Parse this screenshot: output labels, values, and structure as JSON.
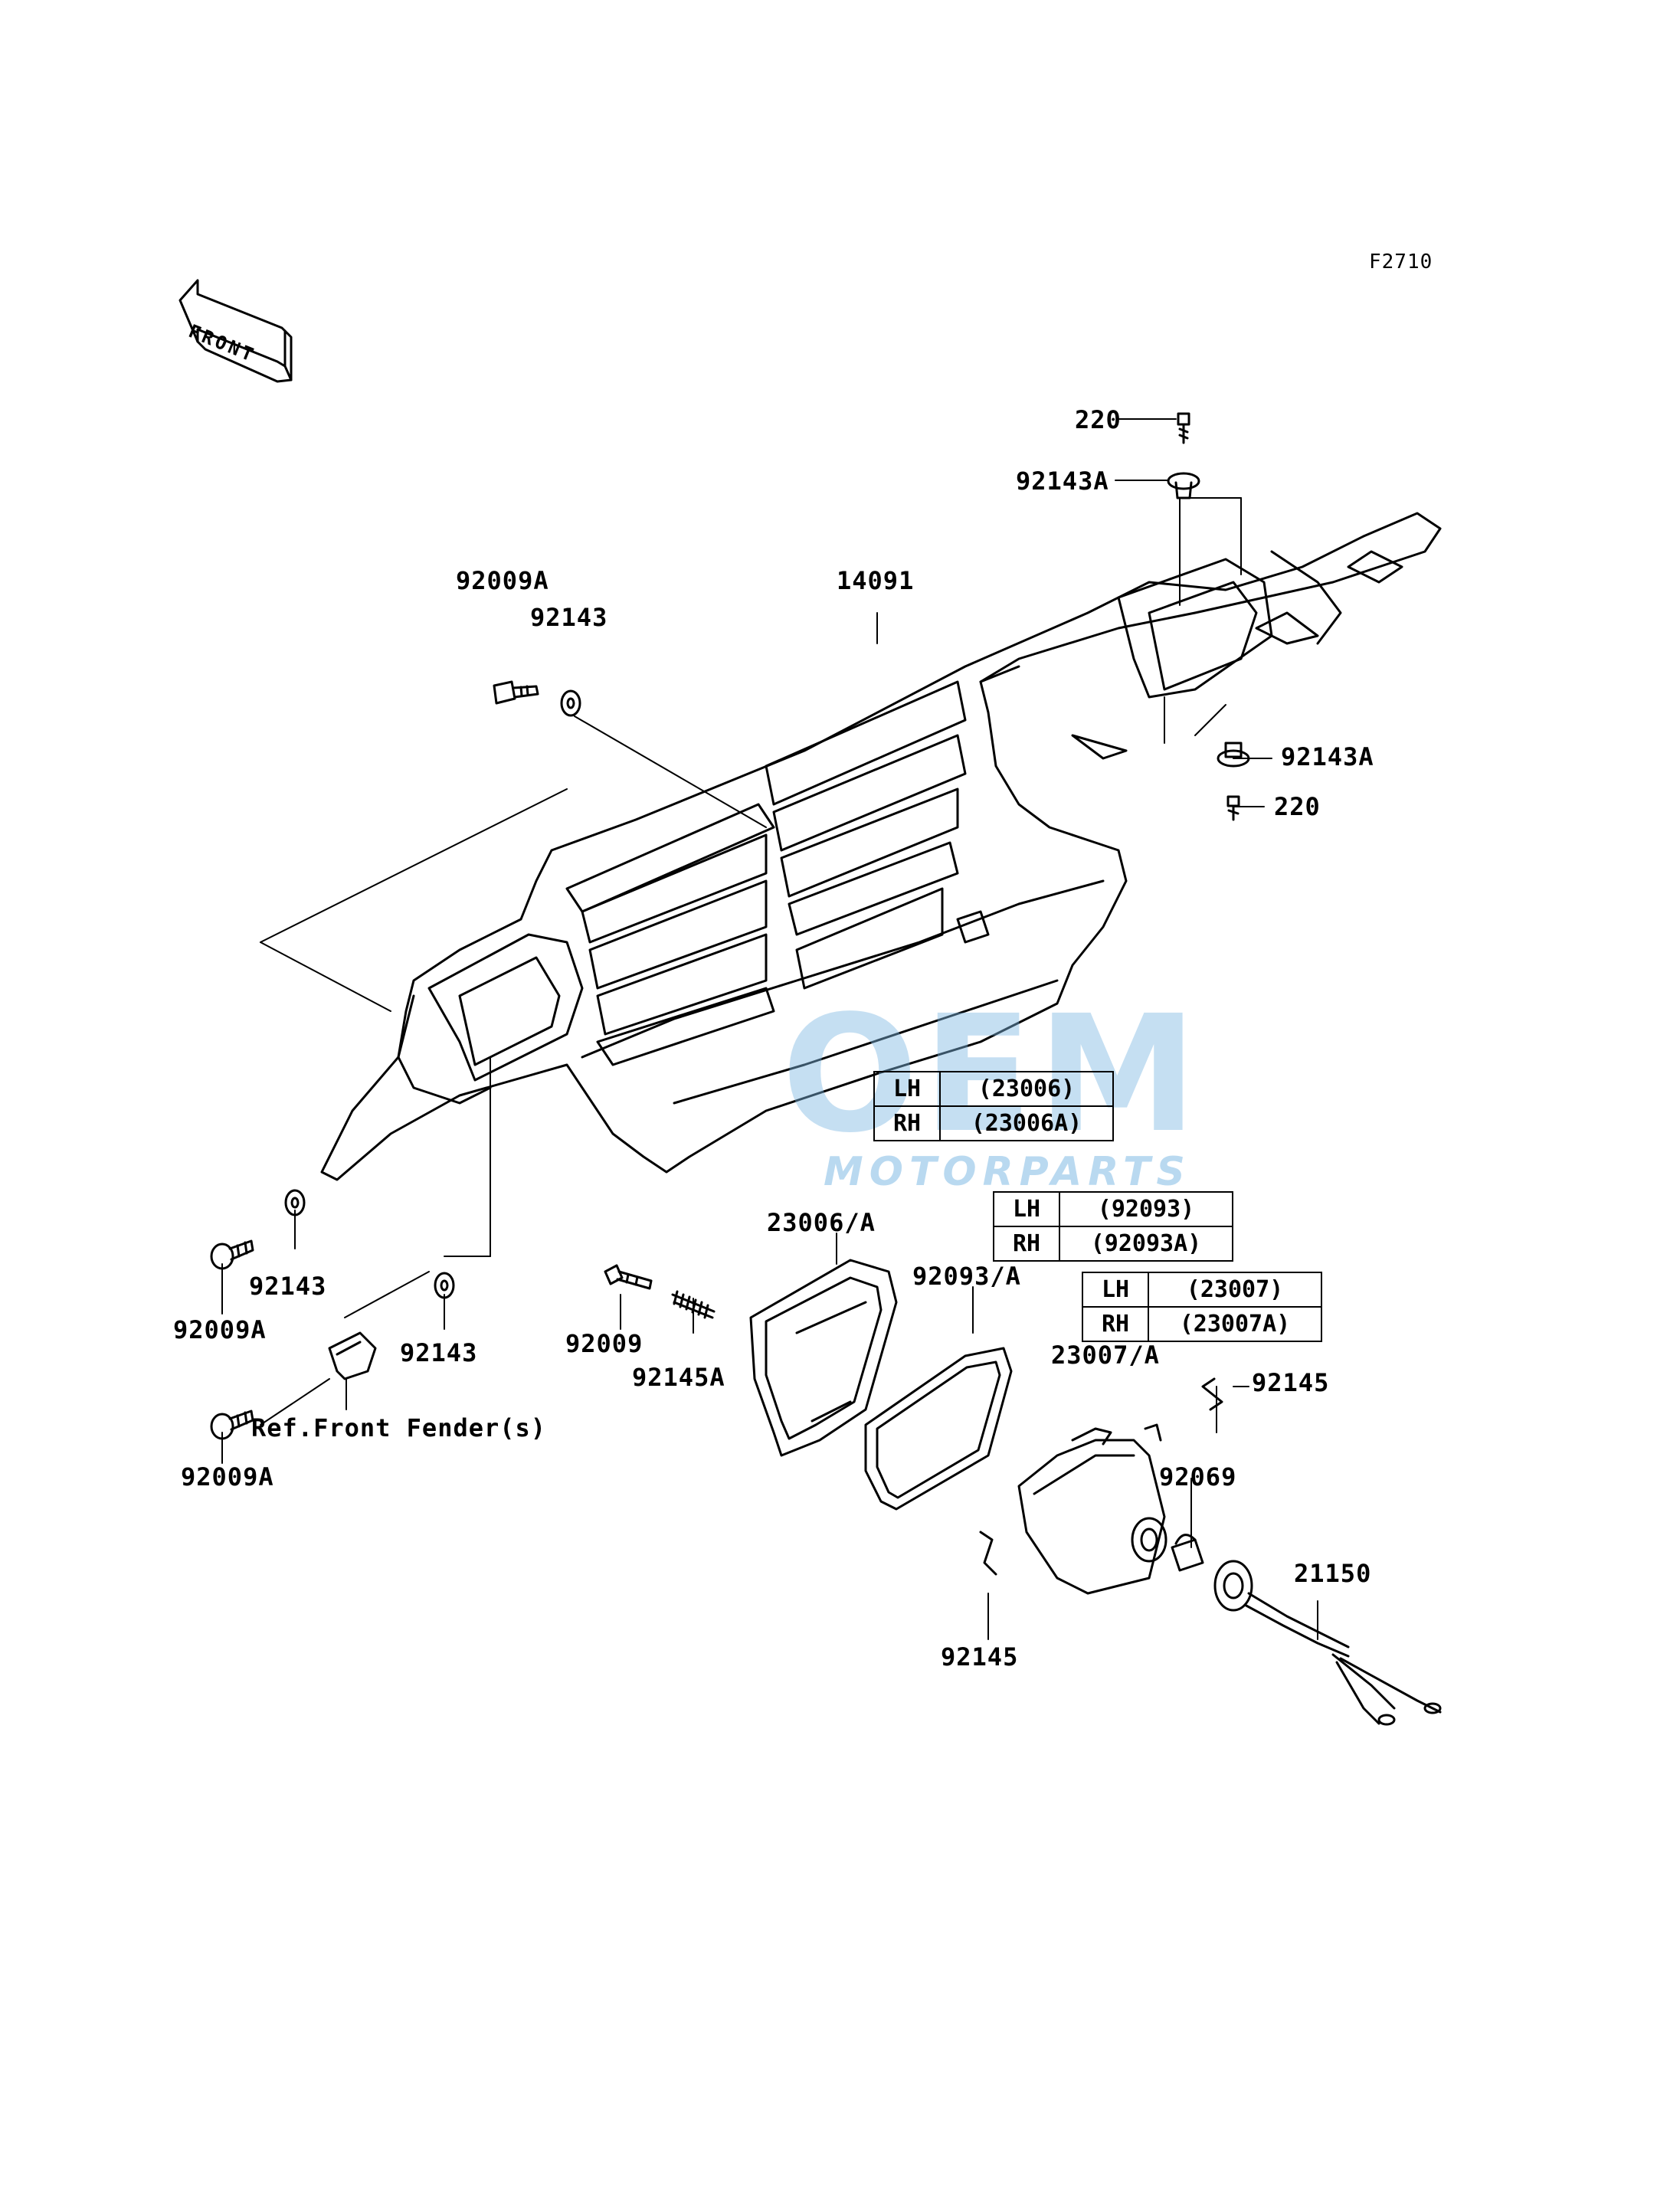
{
  "diagram_code": "F2710",
  "direction_label": "FRONT",
  "watermark": {
    "brand": "OEM",
    "sub": "MOTORPARTS",
    "color": "#7fb9e3"
  },
  "callouts": {
    "p220_top": "220",
    "p92143A_top": "92143A",
    "p92009A_top": "92009A",
    "p92143_top": "92143",
    "p14091": "14091",
    "p92143A_right": "92143A",
    "p220_right": "220",
    "p92143_left": "92143",
    "p92009A_left": "92009A",
    "p92143_mid": "92143",
    "p92009A_bottom": "92009A",
    "ref_front_fender": "Ref.Front Fender(s)",
    "p92009": "92009",
    "p92145A": "92145A",
    "p23006A": "23006/A",
    "p92093A": "92093/A",
    "p23007A": "23007/A",
    "p92145_right": "92145",
    "p92069": "92069",
    "p21150": "21150",
    "p92145_bottom": "92145"
  },
  "side_tables": {
    "t23006": [
      {
        "side": "LH",
        "part": "(23006)"
      },
      {
        "side": "RH",
        "part": "(23006A)"
      }
    ],
    "t92093": [
      {
        "side": "LH",
        "part": "(92093)"
      },
      {
        "side": "RH",
        "part": "(92093A)"
      }
    ],
    "t23007": [
      {
        "side": "LH",
        "part": "(23007)"
      },
      {
        "side": "RH",
        "part": "(23007A)"
      }
    ]
  }
}
